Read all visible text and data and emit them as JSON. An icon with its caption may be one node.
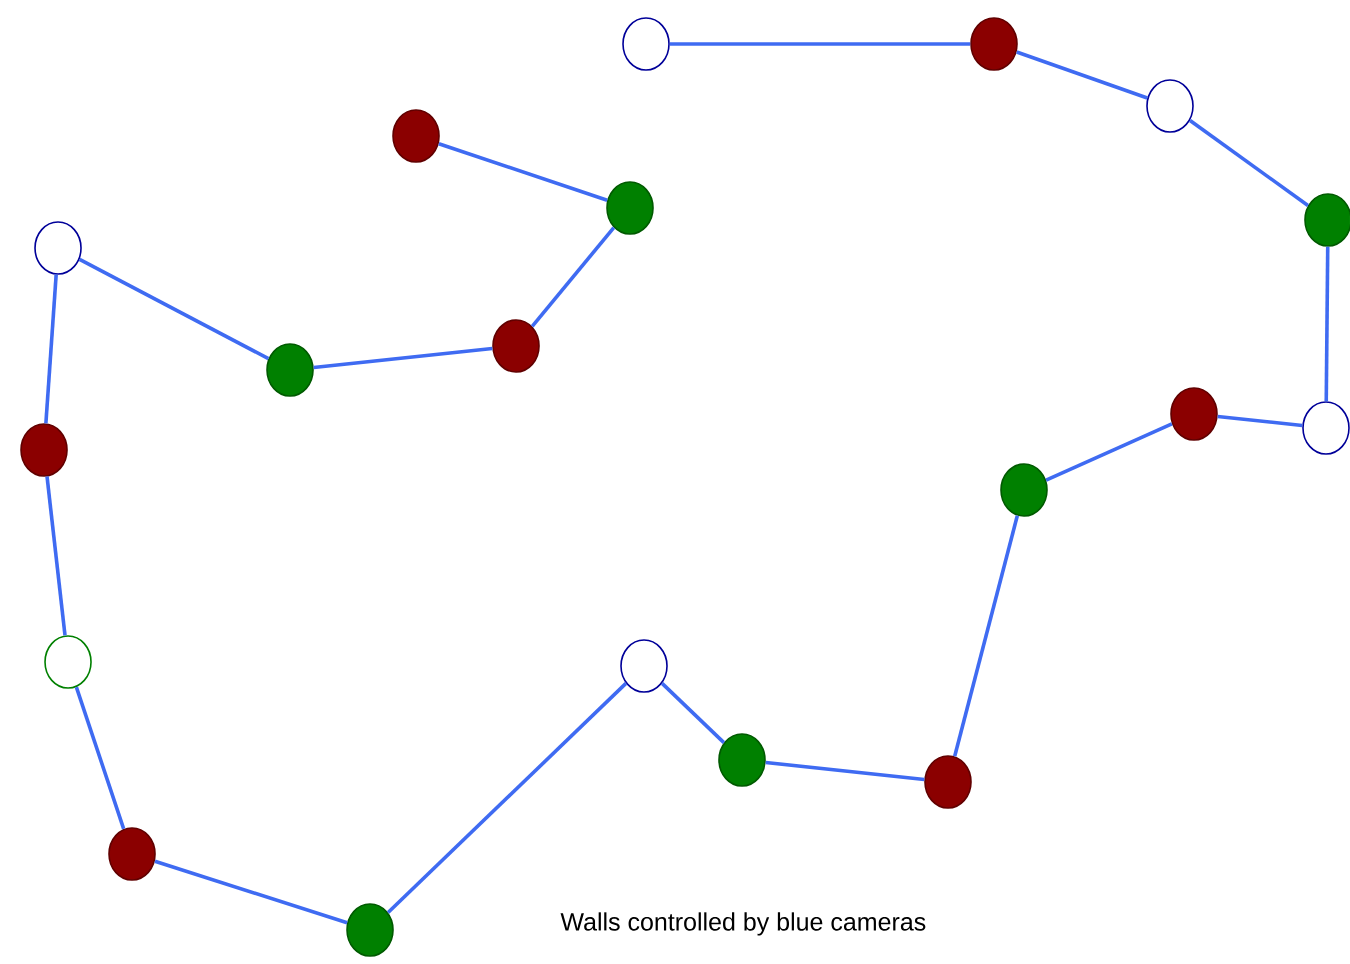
{
  "diagram": {
    "nodes": [
      {
        "text": [],
        "shape": "circle"
      },
      {
        "text": [],
        "shape": "circle"
      },
      {
        "text": [],
        "shape": "circle"
      },
      {
        "text": [],
        "shape": "circle"
      },
      {
        "text": [],
        "shape": "circle"
      },
      {
        "text": [],
        "shape": "circle"
      },
      {
        "text": [],
        "shape": "circle"
      },
      {
        "text": [],
        "shape": "circle"
      },
      {
        "text": [],
        "shape": "circle"
      },
      {
        "text": [],
        "shape": "circle"
      },
      {
        "text": [],
        "shape": "circle"
      },
      {
        "text": [],
        "shape": "circle"
      },
      {
        "text": [],
        "shape": "circle"
      },
      {
        "text": [],
        "shape": "circle"
      },
      {
        "text": [],
        "shape": "circle"
      },
      {
        "text": [],
        "shape": "circle"
      },
      {
        "text": [],
        "shape": "circle"
      },
      {
        "text": [],
        "shape": "circle"
      },
      {
        "text": [],
        "shape": "circle"
      }
    ],
    "edges": [
      {
        "from": 0,
        "to": 1,
        "arrow": "none"
      },
      {
        "from": 1,
        "to": 2,
        "arrow": "none"
      },
      {
        "from": 2,
        "to": 3,
        "arrow": "none"
      },
      {
        "from": 3,
        "to": 4,
        "arrow": "none"
      },
      {
        "from": 4,
        "to": 5,
        "arrow": "none"
      },
      {
        "from": 5,
        "to": 6,
        "arrow": "none"
      },
      {
        "from": 6,
        "to": 7,
        "arrow": "none"
      },
      {
        "from": 7,
        "to": 8,
        "arrow": "none"
      },
      {
        "from": 8,
        "to": 9,
        "arrow": "none"
      },
      {
        "from": 9,
        "to": 10,
        "arrow": "none"
      },
      {
        "from": 10,
        "to": 11,
        "arrow": "none"
      },
      {
        "from": 11,
        "to": 12,
        "arrow": "none"
      },
      {
        "from": 12,
        "to": 13,
        "arrow": "none"
      },
      {
        "from": 13,
        "to": 14,
        "arrow": "none"
      },
      {
        "from": 14,
        "to": 15,
        "arrow": "none"
      },
      {
        "from": 15,
        "to": 16,
        "arrow": "none"
      },
      {
        "from": 16,
        "to": 17,
        "arrow": "none"
      },
      {
        "from": 17,
        "to": 18,
        "arrow": "none"
      }
    ],
    "labels": [
      "Walls controlled by blue cameras"
    ]
  }
}
